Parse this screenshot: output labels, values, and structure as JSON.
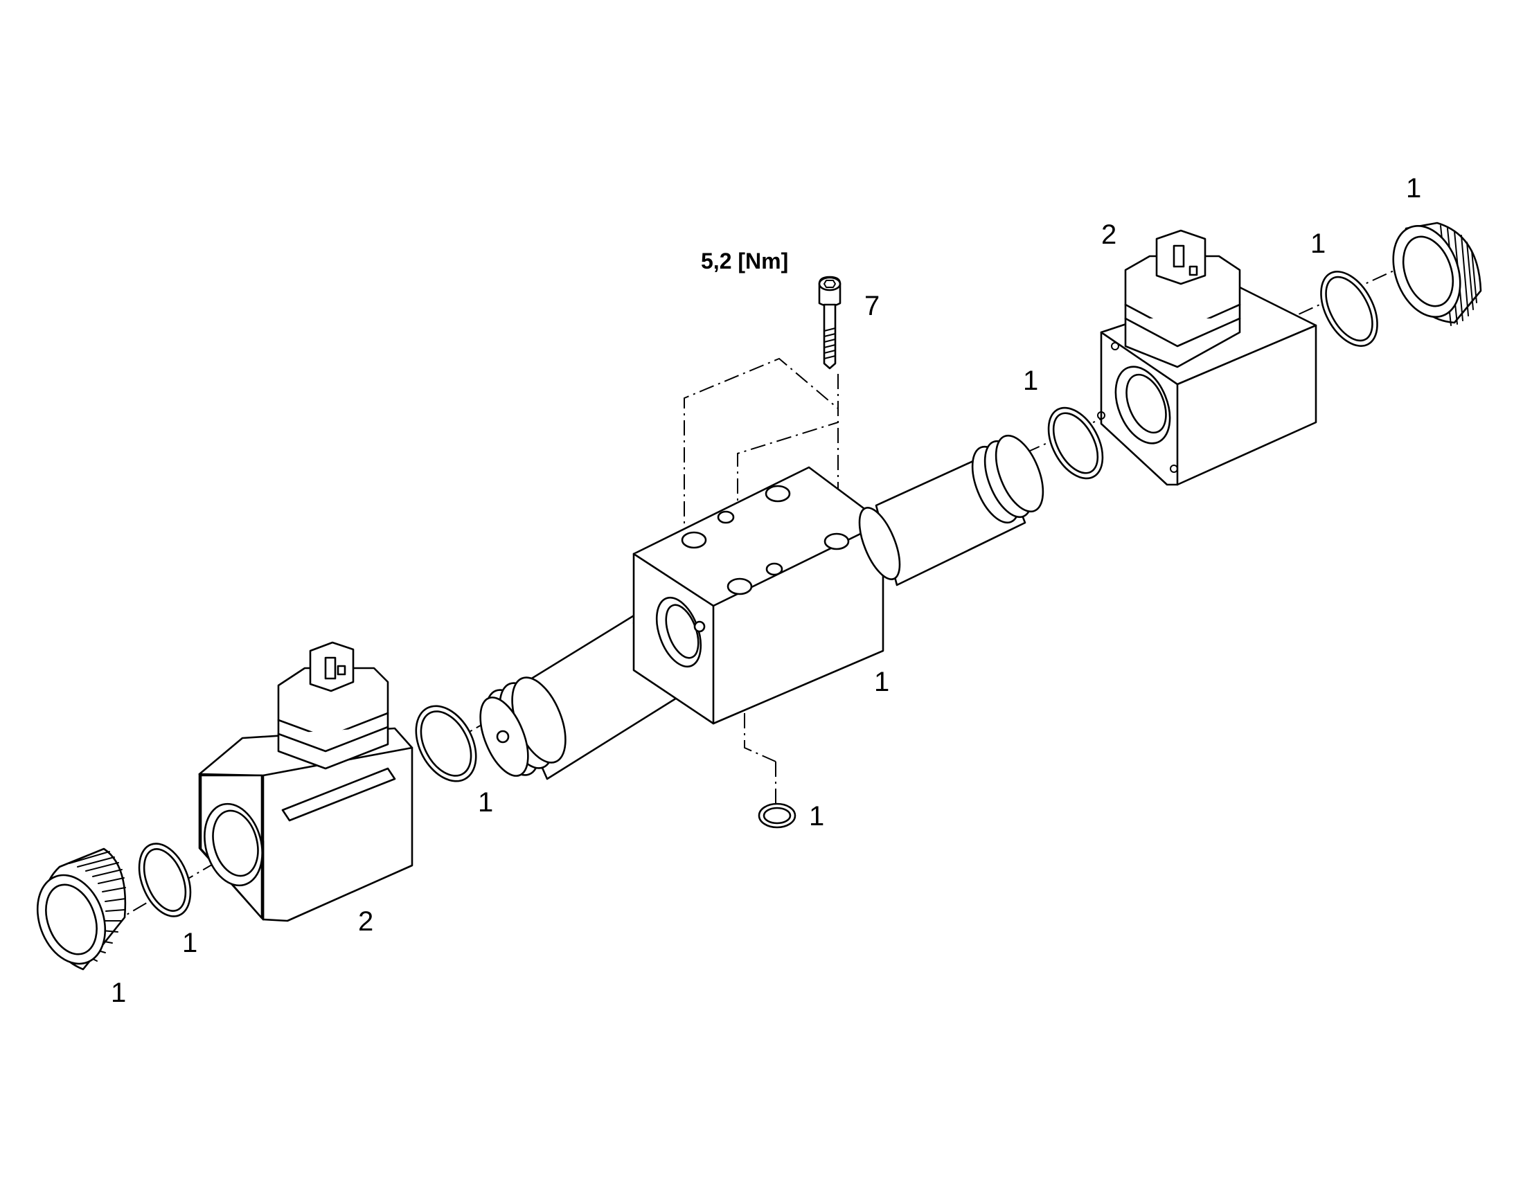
{
  "torque_label": "5,2  [Nm]",
  "callouts": {
    "nut_right": "1",
    "coil_right": "2",
    "ring_right_outer": "1",
    "screw": "7",
    "ring_right_inner": "1",
    "valve_body": "1",
    "ring_left_inner": "1",
    "small_oring": "1",
    "ring_left_outer": "1",
    "coil_left": "2",
    "nut_left": "1"
  },
  "colors": {
    "line": "#000000",
    "background": "#ffffff"
  }
}
